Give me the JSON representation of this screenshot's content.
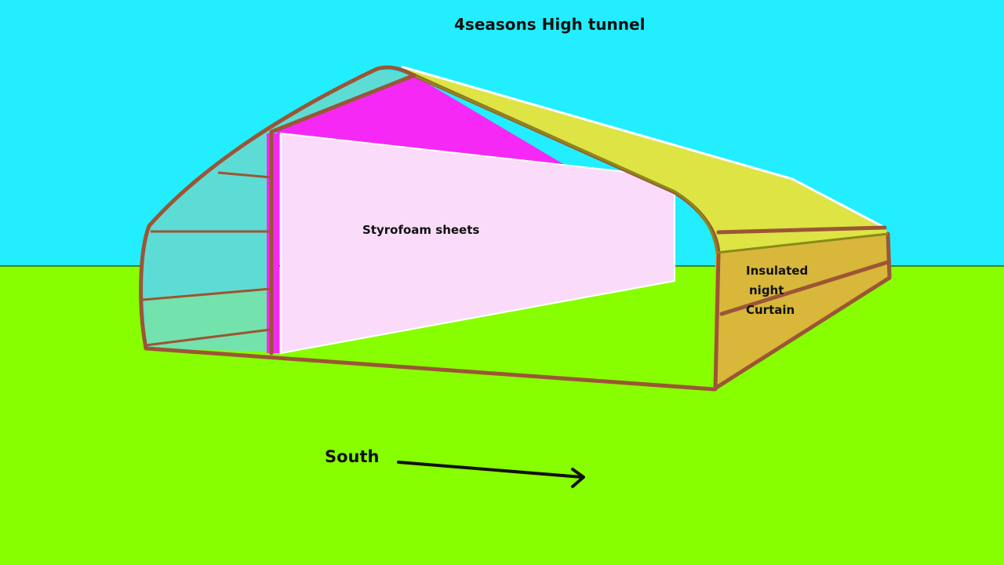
{
  "diagram": {
    "title": "4seasons High tunnel",
    "labels": {
      "styrofoam": "Styrofoam sheets",
      "curtain_line1": "Insulated",
      "curtain_line2": "night",
      "curtain_line3": "Curtain",
      "direction": "South"
    },
    "colors": {
      "sky": "#22EEFF",
      "ground": "#88FF00",
      "frame": "#9A5635",
      "glazing": "#5DDCD6",
      "gable": "#F628F6",
      "styrofoam": "#FADCFA",
      "roof": "#DDE444",
      "curtain": "#D8B73A",
      "arrow": "#111111",
      "text": "#111111"
    }
  }
}
